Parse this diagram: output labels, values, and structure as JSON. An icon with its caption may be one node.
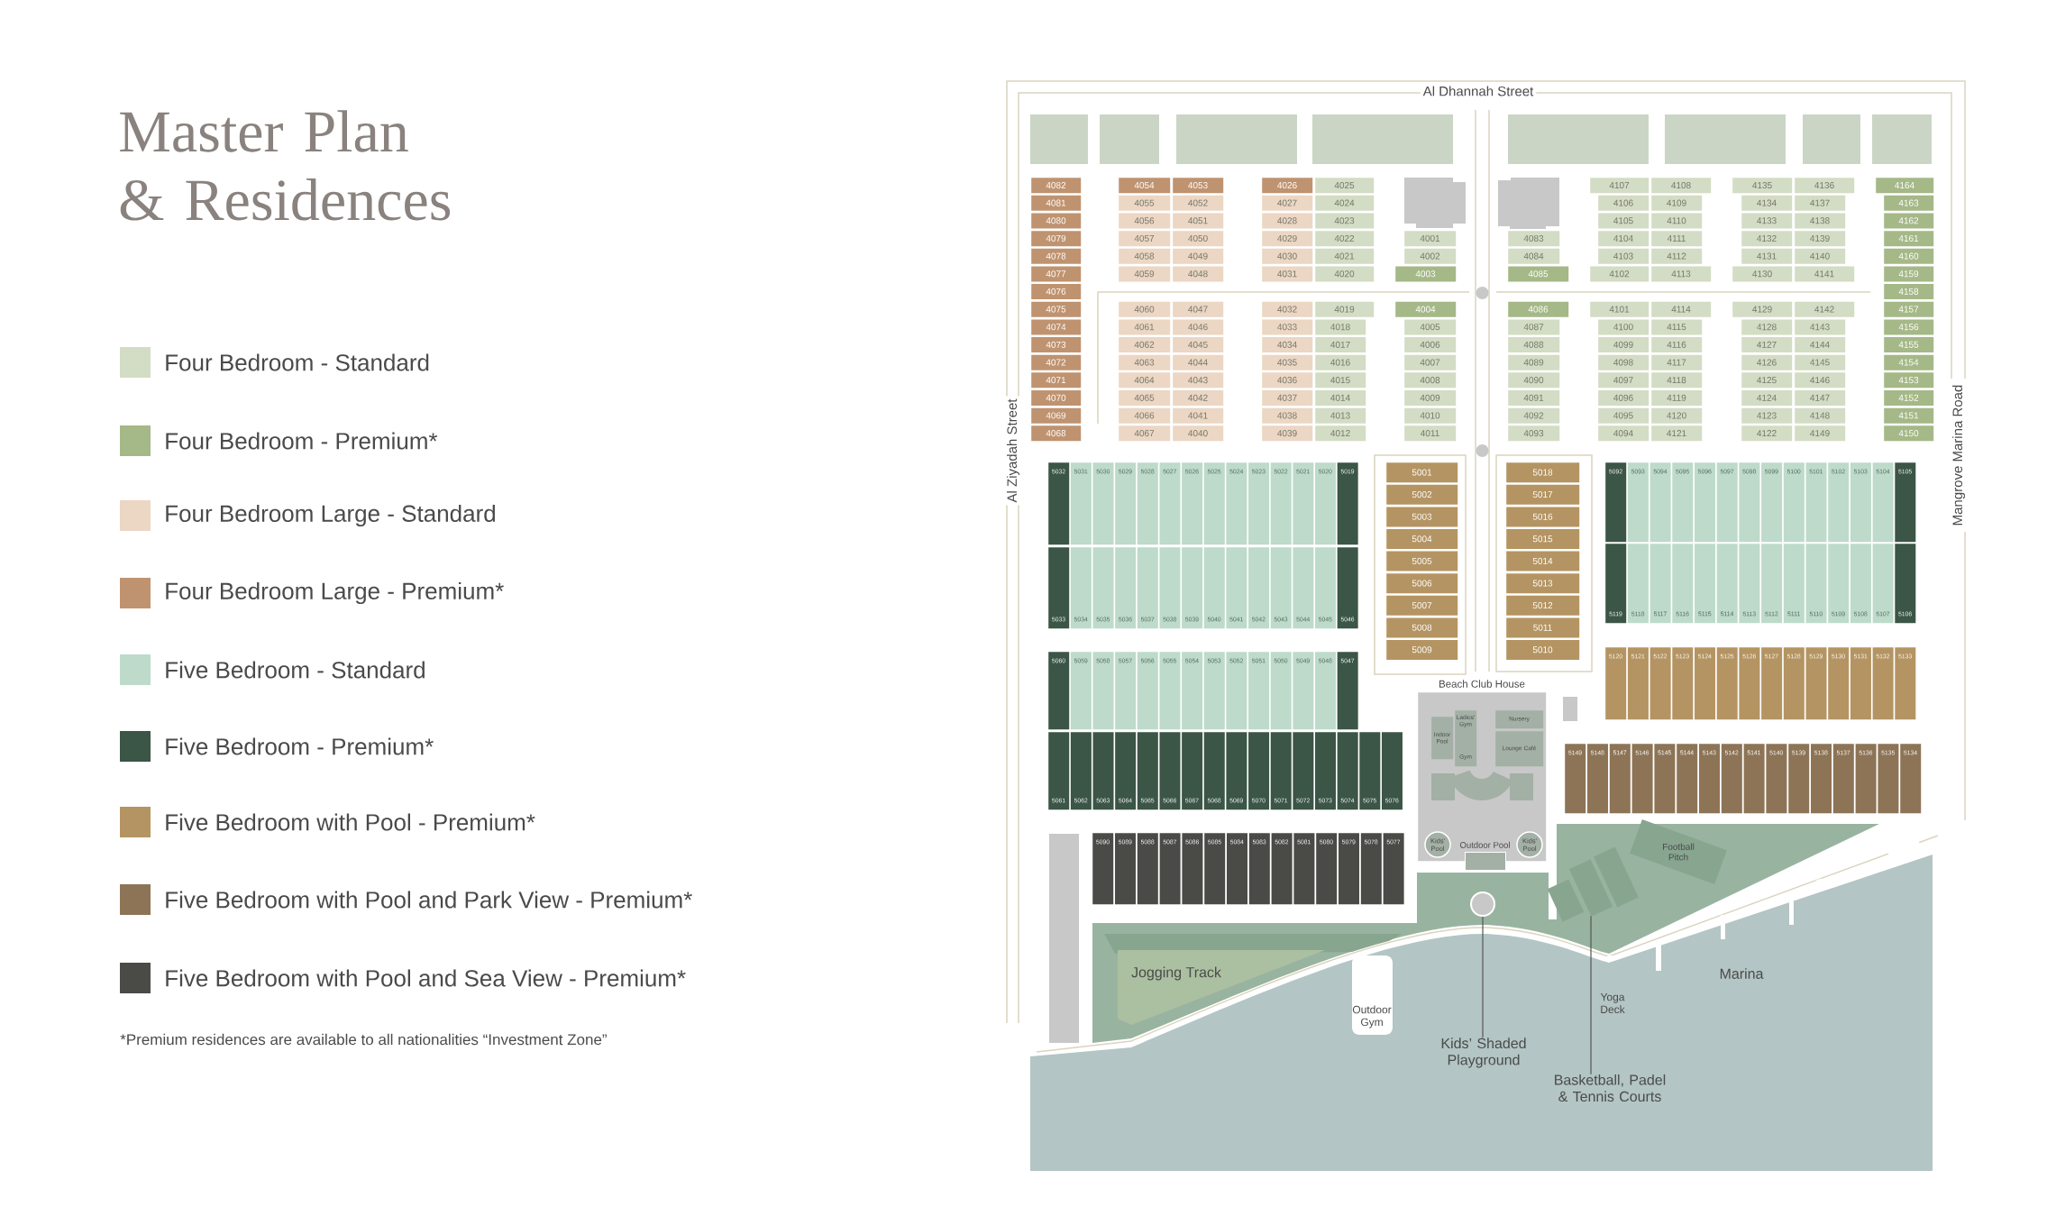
{
  "diagram": {
    "title": "Master Plan & Residences",
    "nodes": [
      {
        "text": [
          "4082"
        ]
      },
      {
        "text": [
          "4081"
        ]
      },
      {
        "text": [
          "4080"
        ]
      },
      {
        "text": [
          "4079"
        ]
      },
      {
        "text": [
          "4078"
        ]
      },
      {
        "text": [
          "4077"
        ]
      },
      {
        "text": [
          "4076"
        ]
      },
      {
        "text": [
          "4075"
        ]
      },
      {
        "text": [
          "4074"
        ]
      },
      {
        "text": [
          "4073"
        ]
      },
      {
        "text": [
          "4072"
        ]
      },
      {
        "text": [
          "4071"
        ]
      },
      {
        "text": [
          "4070"
        ]
      },
      {
        "text": [
          "4069"
        ]
      },
      {
        "text": [
          "4068"
        ]
      },
      {
        "text": [
          "4054"
        ]
      },
      {
        "text": [
          "4053"
        ]
      },
      {
        "text": [
          "4055"
        ]
      },
      {
        "text": [
          "4052"
        ]
      },
      {
        "text": [
          "4056"
        ]
      },
      {
        "text": [
          "4051"
        ]
      },
      {
        "text": [
          "4057"
        ]
      },
      {
        "text": [
          "4050"
        ]
      },
      {
        "text": [
          "4058"
        ]
      },
      {
        "text": [
          "4049"
        ]
      },
      {
        "text": [
          "4059"
        ]
      },
      {
        "text": [
          "4048"
        ]
      },
      {
        "text": [
          "4060"
        ]
      },
      {
        "text": [
          "4047"
        ]
      },
      {
        "text": [
          "4061"
        ]
      },
      {
        "text": [
          "4046"
        ]
      },
      {
        "text": [
          "4062"
        ]
      },
      {
        "text": [
          "4045"
        ]
      },
      {
        "text": [
          "4063"
        ]
      },
      {
        "text": [
          "4044"
        ]
      },
      {
        "text": [
          "4064"
        ]
      },
      {
        "text": [
          "4043"
        ]
      },
      {
        "text": [
          "4065"
        ]
      },
      {
        "text": [
          "4042"
        ]
      },
      {
        "text": [
          "4066"
        ]
      },
      {
        "text": [
          "4041"
        ]
      },
      {
        "text": [
          "4067"
        ]
      },
      {
        "text": [
          "4040"
        ]
      },
      {
        "text": [
          "4026"
        ]
      },
      {
        "text": [
          "4025"
        ]
      },
      {
        "text": [
          "4027"
        ]
      },
      {
        "text": [
          "4024"
        ]
      },
      {
        "text": [
          "4028"
        ]
      },
      {
        "text": [
          "4023"
        ]
      },
      {
        "text": [
          "4029"
        ]
      },
      {
        "text": [
          "4022"
        ]
      },
      {
        "text": [
          "4030"
        ]
      },
      {
        "text": [
          "4021"
        ]
      },
      {
        "text": [
          "4031"
        ]
      },
      {
        "text": [
          "4020"
        ]
      },
      {
        "text": [
          "4032"
        ]
      },
      {
        "text": [
          "4019"
        ]
      },
      {
        "text": [
          "4033"
        ]
      },
      {
        "text": [
          "4018"
        ]
      },
      {
        "text": [
          "4034"
        ]
      },
      {
        "text": [
          "4017"
        ]
      },
      {
        "text": [
          "4035"
        ]
      },
      {
        "text": [
          "4016"
        ]
      },
      {
        "text": [
          "4036"
        ]
      },
      {
        "text": [
          "4015"
        ]
      },
      {
        "text": [
          "4037"
        ]
      },
      {
        "text": [
          "4014"
        ]
      },
      {
        "text": [
          "4038"
        ]
      },
      {
        "text": [
          "4013"
        ]
      },
      {
        "text": [
          "4039"
        ]
      },
      {
        "text": [
          "4012"
        ]
      },
      {
        "text": [
          "4001"
        ]
      },
      {
        "text": [
          "4002"
        ]
      },
      {
        "text": [
          "4003"
        ]
      },
      {
        "text": [
          "4004"
        ]
      },
      {
        "text": [
          "4005"
        ]
      },
      {
        "text": [
          "4006"
        ]
      },
      {
        "text": [
          "4007"
        ]
      },
      {
        "text": [
          "4008"
        ]
      },
      {
        "text": [
          "4009"
        ]
      },
      {
        "text": [
          "4010"
        ]
      },
      {
        "text": [
          "4011"
        ]
      },
      {
        "text": [
          "4083"
        ]
      },
      {
        "text": [
          "4084"
        ]
      },
      {
        "text": [
          "4085"
        ]
      },
      {
        "text": [
          "4086"
        ]
      },
      {
        "text": [
          "4087"
        ]
      },
      {
        "text": [
          "4088"
        ]
      },
      {
        "text": [
          "4089"
        ]
      },
      {
        "text": [
          "4090"
        ]
      },
      {
        "text": [
          "4091"
        ]
      },
      {
        "text": [
          "4092"
        ]
      },
      {
        "text": [
          "4093"
        ]
      },
      {
        "text": [
          "4107"
        ]
      },
      {
        "text": [
          "4108"
        ]
      },
      {
        "text": [
          "4106"
        ]
      },
      {
        "text": [
          "4109"
        ]
      },
      {
        "text": [
          "4105"
        ]
      },
      {
        "text": [
          "4110"
        ]
      },
      {
        "text": [
          "4104"
        ]
      },
      {
        "text": [
          "4111"
        ]
      },
      {
        "text": [
          "4103"
        ]
      },
      {
        "text": [
          "4112"
        ]
      },
      {
        "text": [
          "4102"
        ]
      },
      {
        "text": [
          "4113"
        ]
      },
      {
        "text": [
          "4101"
        ]
      },
      {
        "text": [
          "4114"
        ]
      },
      {
        "text": [
          "4100"
        ]
      },
      {
        "text": [
          "4115"
        ]
      },
      {
        "text": [
          "4099"
        ]
      },
      {
        "text": [
          "4116"
        ]
      },
      {
        "text": [
          "4098"
        ]
      },
      {
        "text": [
          "4117"
        ]
      },
      {
        "text": [
          "4097"
        ]
      },
      {
        "text": [
          "4118"
        ]
      },
      {
        "text": [
          "4096"
        ]
      },
      {
        "text": [
          "4119"
        ]
      },
      {
        "text": [
          "4095"
        ]
      },
      {
        "text": [
          "4120"
        ]
      },
      {
        "text": [
          "4094"
        ]
      },
      {
        "text": [
          "4121"
        ]
      },
      {
        "text": [
          "4135"
        ]
      },
      {
        "text": [
          "4136"
        ]
      },
      {
        "text": [
          "4134"
        ]
      },
      {
        "text": [
          "4137"
        ]
      },
      {
        "text": [
          "4133"
        ]
      },
      {
        "text": [
          "4138"
        ]
      },
      {
        "text": [
          "4132"
        ]
      },
      {
        "text": [
          "4139"
        ]
      },
      {
        "text": [
          "4131"
        ]
      },
      {
        "text": [
          "4140"
        ]
      },
      {
        "text": [
          "4130"
        ]
      },
      {
        "text": [
          "4141"
        ]
      },
      {
        "text": [
          "4129"
        ]
      },
      {
        "text": [
          "4142"
        ]
      },
      {
        "text": [
          "4128"
        ]
      },
      {
        "text": [
          "4143"
        ]
      },
      {
        "text": [
          "4127"
        ]
      },
      {
        "text": [
          "4144"
        ]
      },
      {
        "text": [
          "4126"
        ]
      },
      {
        "text": [
          "4145"
        ]
      },
      {
        "text": [
          "4125"
        ]
      },
      {
        "text": [
          "4146"
        ]
      },
      {
        "text": [
          "4124"
        ]
      },
      {
        "text": [
          "4147"
        ]
      },
      {
        "text": [
          "4123"
        ]
      },
      {
        "text": [
          "4148"
        ]
      },
      {
        "text": [
          "4122"
        ]
      },
      {
        "text": [
          "4149"
        ]
      },
      {
        "text": [
          "4164"
        ]
      },
      {
        "text": [
          "4163"
        ]
      },
      {
        "text": [
          "4162"
        ]
      },
      {
        "text": [
          "4161"
        ]
      },
      {
        "text": [
          "4160"
        ]
      },
      {
        "text": [
          "4159"
        ]
      },
      {
        "text": [
          "4158"
        ]
      },
      {
        "text": [
          "4157"
        ]
      },
      {
        "text": [
          "4156"
        ]
      },
      {
        "text": [
          "4155"
        ]
      },
      {
        "text": [
          "4154"
        ]
      },
      {
        "text": [
          "4153"
        ]
      },
      {
        "text": [
          "4152"
        ]
      },
      {
        "text": [
          "4151"
        ]
      },
      {
        "text": [
          "4150"
        ]
      },
      {
        "text": [
          "5032"
        ]
      },
      {
        "text": [
          "5031"
        ]
      },
      {
        "text": [
          "5030"
        ]
      },
      {
        "text": [
          "5029"
        ]
      },
      {
        "text": [
          "5028"
        ]
      },
      {
        "text": [
          "5027"
        ]
      },
      {
        "text": [
          "5026"
        ]
      },
      {
        "text": [
          "5025"
        ]
      },
      {
        "text": [
          "5024"
        ]
      },
      {
        "text": [
          "5023"
        ]
      },
      {
        "text": [
          "5022"
        ]
      },
      {
        "text": [
          "5021"
        ]
      },
      {
        "text": [
          "5020"
        ]
      },
      {
        "text": [
          "5019"
        ]
      },
      {
        "text": [
          "5033"
        ]
      },
      {
        "text": [
          "5034"
        ]
      },
      {
        "text": [
          "5035"
        ]
      },
      {
        "text": [
          "5036"
        ]
      },
      {
        "text": [
          "5037"
        ]
      },
      {
        "text": [
          "5038"
        ]
      },
      {
        "text": [
          "5039"
        ]
      },
      {
        "text": [
          "5040"
        ]
      },
      {
        "text": [
          "5041"
        ]
      },
      {
        "text": [
          "5042"
        ]
      },
      {
        "text": [
          "5043"
        ]
      },
      {
        "text": [
          "5044"
        ]
      },
      {
        "text": [
          "5045"
        ]
      },
      {
        "text": [
          "5046"
        ]
      },
      {
        "text": [
          "5001"
        ]
      },
      {
        "text": [
          "5002"
        ]
      },
      {
        "text": [
          "5003"
        ]
      },
      {
        "text": [
          "5004"
        ]
      },
      {
        "text": [
          "5005"
        ]
      },
      {
        "text": [
          "5006"
        ]
      },
      {
        "text": [
          "5007"
        ]
      },
      {
        "text": [
          "5008"
        ]
      },
      {
        "text": [
          "5009"
        ]
      },
      {
        "text": [
          "5018"
        ]
      },
      {
        "text": [
          "5017"
        ]
      },
      {
        "text": [
          "5016"
        ]
      },
      {
        "text": [
          "5015"
        ]
      },
      {
        "text": [
          "5014"
        ]
      },
      {
        "text": [
          "5013"
        ]
      },
      {
        "text": [
          "5012"
        ]
      },
      {
        "text": [
          "5011"
        ]
      },
      {
        "text": [
          "5010"
        ]
      },
      {
        "text": [
          "5092"
        ]
      },
      {
        "text": [
          "5093"
        ]
      },
      {
        "text": [
          "5094"
        ]
      },
      {
        "text": [
          "5095"
        ]
      },
      {
        "text": [
          "5096"
        ]
      },
      {
        "text": [
          "5097"
        ]
      },
      {
        "text": [
          "5098"
        ]
      },
      {
        "text": [
          "5099"
        ]
      },
      {
        "text": [
          "5100"
        ]
      },
      {
        "text": [
          "5101"
        ]
      },
      {
        "text": [
          "5102"
        ]
      },
      {
        "text": [
          "5103"
        ]
      },
      {
        "text": [
          "5104"
        ]
      },
      {
        "text": [
          "5105"
        ]
      },
      {
        "text": [
          "5119"
        ]
      },
      {
        "text": [
          "5118"
        ]
      },
      {
        "text": [
          "5117"
        ]
      },
      {
        "text": [
          "5116"
        ]
      },
      {
        "text": [
          "5115"
        ]
      },
      {
        "text": [
          "5114"
        ]
      },
      {
        "text": [
          "5113"
        ]
      },
      {
        "text": [
          "5112"
        ]
      },
      {
        "text": [
          "5111"
        ]
      },
      {
        "text": [
          "5110"
        ]
      },
      {
        "text": [
          "5109"
        ]
      },
      {
        "text": [
          "5108"
        ]
      },
      {
        "text": [
          "5107"
        ]
      },
      {
        "text": [
          "5106"
        ]
      },
      {
        "text": [
          "5060"
        ]
      },
      {
        "text": [
          "5059"
        ]
      },
      {
        "text": [
          "5058"
        ]
      },
      {
        "text": [
          "5057"
        ]
      },
      {
        "text": [
          "5056"
        ]
      },
      {
        "text": [
          "5055"
        ]
      },
      {
        "text": [
          "5054"
        ]
      },
      {
        "text": [
          "5053"
        ]
      },
      {
        "text": [
          "5052"
        ]
      },
      {
        "text": [
          "5051"
        ]
      },
      {
        "text": [
          "5050"
        ]
      },
      {
        "text": [
          "5049"
        ]
      },
      {
        "text": [
          "5048"
        ]
      },
      {
        "text": [
          "5047"
        ]
      },
      {
        "text": [
          "5120"
        ]
      },
      {
        "text": [
          "5121"
        ]
      },
      {
        "text": [
          "5122"
        ]
      },
      {
        "text": [
          "5123"
        ]
      },
      {
        "text": [
          "5124"
        ]
      },
      {
        "text": [
          "5125"
        ]
      },
      {
        "text": [
          "5126"
        ]
      },
      {
        "text": [
          "5127"
        ]
      },
      {
        "text": [
          "5128"
        ]
      },
      {
        "text": [
          "5129"
        ]
      },
      {
        "text": [
          "5130"
        ]
      },
      {
        "text": [
          "5131"
        ]
      },
      {
        "text": [
          "5132"
        ]
      },
      {
        "text": [
          "5133"
        ]
      },
      {
        "text": [
          "5061"
        ]
      },
      {
        "text": [
          "5062"
        ]
      },
      {
        "text": [
          "5063"
        ]
      },
      {
        "text": [
          "5064"
        ]
      },
      {
        "text": [
          "5065"
        ]
      },
      {
        "text": [
          "5066"
        ]
      },
      {
        "text": [
          "5067"
        ]
      },
      {
        "text": [
          "5068"
        ]
      },
      {
        "text": [
          "5069"
        ]
      },
      {
        "text": [
          "5070"
        ]
      },
      {
        "text": [
          "5071"
        ]
      },
      {
        "text": [
          "5072"
        ]
      },
      {
        "text": [
          "5073"
        ]
      },
      {
        "text": [
          "5074"
        ]
      },
      {
        "text": [
          "5075"
        ]
      },
      {
        "text": [
          "5076"
        ]
      },
      {
        "text": [
          "5149"
        ]
      },
      {
        "text": [
          "5148"
        ]
      },
      {
        "text": [
          "5147"
        ]
      },
      {
        "text": [
          "5146"
        ]
      },
      {
        "text": [
          "5145"
        ]
      },
      {
        "text": [
          "5144"
        ]
      },
      {
        "text": [
          "5143"
        ]
      },
      {
        "text": [
          "5142"
        ]
      },
      {
        "text": [
          "5141"
        ]
      },
      {
        "text": [
          "5140"
        ]
      },
      {
        "text": [
          "5139"
        ]
      },
      {
        "text": [
          "5138"
        ]
      },
      {
        "text": [
          "5137"
        ]
      },
      {
        "text": [
          "5136"
        ]
      },
      {
        "text": [
          "5135"
        ]
      },
      {
        "text": [
          "5134"
        ]
      },
      {
        "text": [
          "5090"
        ]
      },
      {
        "text": [
          "5089"
        ]
      },
      {
        "text": [
          "5088"
        ]
      },
      {
        "text": [
          "5087"
        ]
      },
      {
        "text": [
          "5086"
        ]
      },
      {
        "text": [
          "5085"
        ]
      },
      {
        "text": [
          "5084"
        ]
      },
      {
        "text": [
          "5083"
        ]
      },
      {
        "text": [
          "5082"
        ]
      },
      {
        "text": [
          "5081"
        ]
      },
      {
        "text": [
          "5080"
        ]
      },
      {
        "text": [
          "5079"
        ]
      },
      {
        "text": [
          "5078"
        ]
      },
      {
        "text": [
          "5077"
        ]
      },
      {
        "text": [
          "Beach Club House"
        ]
      },
      {
        "text": [
          "Indoor Pool"
        ],
        "in": 312
      },
      {
        "text": [
          "Ladies' Gym",
          "Gym"
        ],
        "in": 312
      },
      {
        "text": [
          "Nursery"
        ],
        "in": 312
      },
      {
        "text": [
          "Lounge Café"
        ],
        "in": 312
      },
      {
        "text": [
          "Kids' Pool"
        ],
        "in": 312
      },
      {
        "text": [
          "Outdoor Pool"
        ],
        "in": 312
      },
      {
        "text": [
          "Kids' Pool"
        ],
        "in": 312
      },
      {
        "text": [
          "Football Pitch"
        ]
      },
      {
        "text": [],
        "shape": "circle"
      },
      {
        "text": [],
        "shape": "box"
      },
      {
        "text": [
          "Kids’ Shaded Playground"
        ]
      },
      {
        "text": [
          "Basketball, Padel & Tennis Courts"
        ]
      }
    ],
    "edges": [
      {
        "from": 323,
        "to": 321,
        "arrow": "none"
      },
      {
        "from": 324,
        "to": 322,
        "arrow": "none"
      }
    ],
    "labels": [
      "Al Dhannah Street",
      "Al Ziyadah Street",
      "Mangrove Marina Road",
      "Jogging Track",
      "Outdoor Gym",
      "Yoga Deck",
      "Marina",
      "*Premium residences are available to all nationalities “Investment Zone”"
    ],
    "legend": [
      {
        "text": "Four Bedroom - Standard",
        "color": "#d3dcc4"
      },
      {
        "text": "Four Bedroom - Premium*",
        "color": "#a5b887"
      },
      {
        "text": "Four Bedroom Large - Standard",
        "color": "#ecd6c4"
      },
      {
        "text": "Four Bedroom Large - Premium*",
        "color": "#bf9370"
      },
      {
        "text": "Five Bedroom - Standard",
        "color": "#bedaca"
      },
      {
        "text": "Five Bedroom - Premium*",
        "color": "#3b5546"
      },
      {
        "text": "Five Bedroom with Pool - Premium*",
        "color": "#b49462"
      },
      {
        "text": "Five Bedroom with Pool and Park View - Premium*",
        "color": "#8d7456"
      },
      {
        "text": "Five Bedroom with Pool and Sea View - Premium*",
        "color": "#4a4a47"
      }
    ]
  }
}
